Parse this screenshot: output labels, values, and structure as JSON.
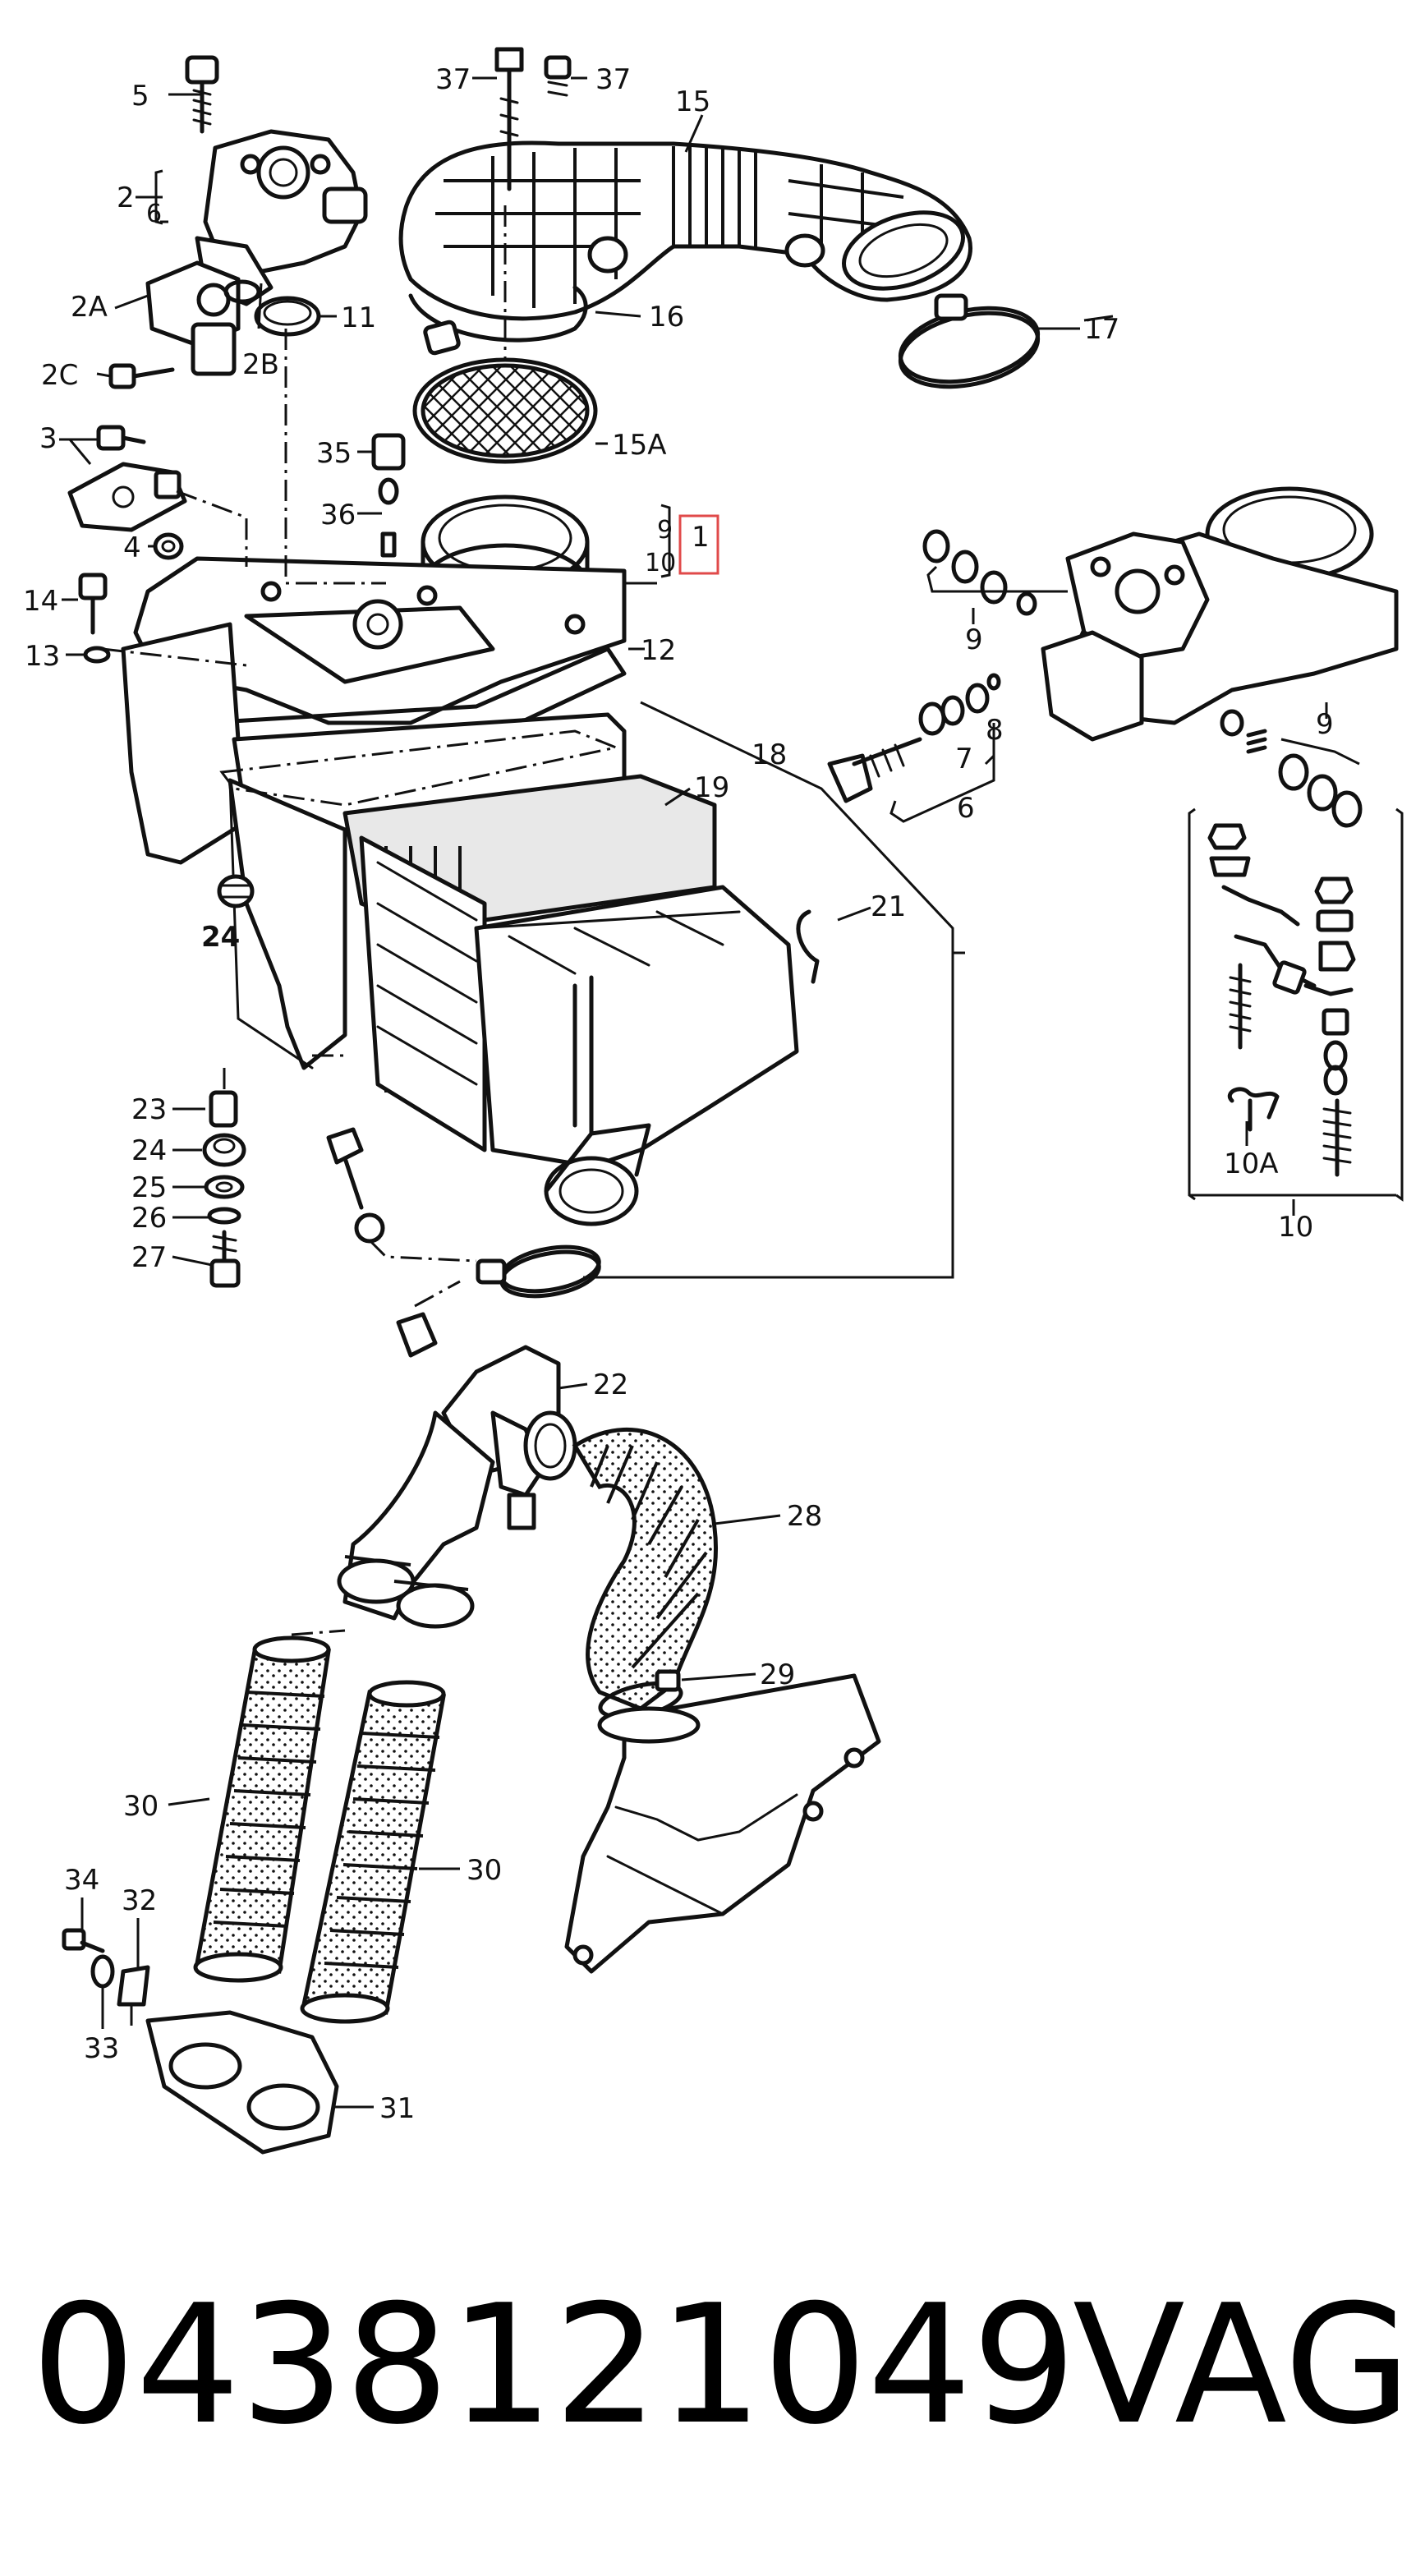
{
  "callouts": {
    "c1": "1",
    "c2": "2",
    "c2a": "2A",
    "c2b": "2B",
    "c2c": "2C",
    "c3": "3",
    "c4": "4",
    "c5": "5",
    "c6": "6",
    "c7": "7",
    "c8": "8",
    "c9": "9",
    "c10": "10",
    "c10a": "10A",
    "c11": "11",
    "c12": "12",
    "c13": "13",
    "c14": "14",
    "c15": "15",
    "c15a": "15A",
    "c16": "16",
    "c17": "17",
    "c18": "18",
    "c19": "19",
    "c21": "21",
    "c22": "22",
    "c23": "23",
    "c24": "24",
    "c25": "25",
    "c26": "26",
    "c27": "27",
    "c28": "28",
    "c29": "29",
    "c30": "30",
    "c31": "31",
    "c32": "32",
    "c33": "33",
    "c34": "34",
    "c35": "35",
    "c36": "36",
    "c37": "37"
  },
  "highlight_color": "#e04a4a",
  "part_number": "0438121049",
  "brand": "VAG"
}
